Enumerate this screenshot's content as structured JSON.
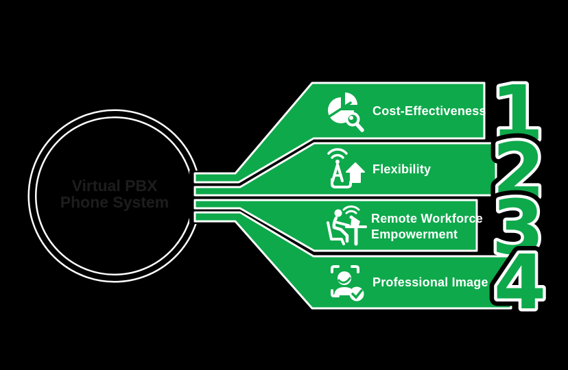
{
  "colors": {
    "bg": "#000000",
    "green": "#0ea94b",
    "white": "#ffffff",
    "circle_ring": "#000000",
    "circle_text": "#1d1d1d"
  },
  "circle": {
    "title_line1": "Virtual PBX",
    "title_line2": "Phone System"
  },
  "items": [
    {
      "number": "1",
      "icon": "pie-chart-magnifier-icon",
      "lines": [
        "Cost-Effectiveness"
      ]
    },
    {
      "number": "2",
      "icon": "antenna-signal-up-arrow-icon",
      "lines": [
        "Flexibility"
      ]
    },
    {
      "number": "3",
      "icon": "remote-worker-desk-icon",
      "lines": [
        "Remote Workforce",
        "Empowerment"
      ]
    },
    {
      "number": "4",
      "icon": "face-scan-verified-icon",
      "lines": [
        "Professional Image"
      ]
    }
  ]
}
